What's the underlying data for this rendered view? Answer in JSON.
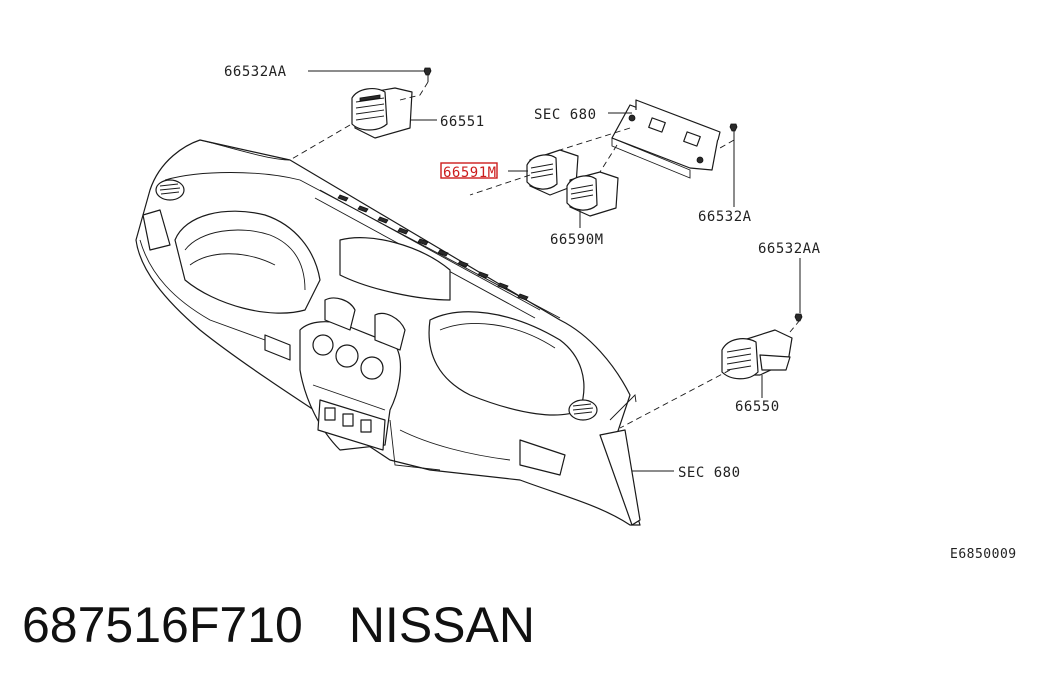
{
  "diagram": {
    "labels": {
      "p66532AA_top": "66532AA",
      "p66551": "66551",
      "sec680_top": "SEC 680",
      "p66591M": "66591M",
      "p66532A": "66532A",
      "p66590M": "66590M",
      "p66532AA_right": "66532AA",
      "p66550": "66550",
      "sec680_bottom": "SEC 680"
    },
    "diagram_code": "E6850009",
    "highlight_color": "#cc1d1d"
  },
  "footer": {
    "part_number": "687516F710",
    "brand": "NISSAN"
  }
}
